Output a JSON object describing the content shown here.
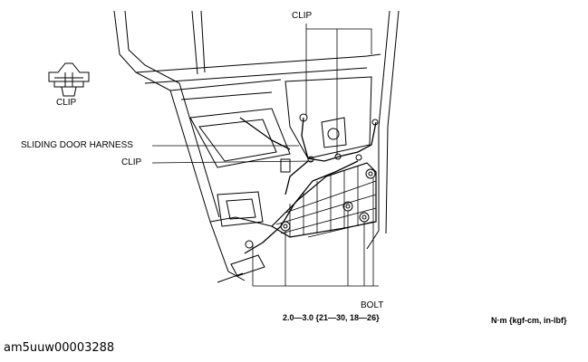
{
  "labels": {
    "clip_top": "CLIP",
    "clip_icon": "CLIP",
    "harness": "SLIDING DOOR HARNESS",
    "clip_left": "CLIP",
    "bolt": "BOLT",
    "torque": "2.0—3.0 {21—30, 18—26}",
    "units": "N·m {kgf-cm, in-lbf}"
  },
  "caption": "am5uuw00003288"
}
